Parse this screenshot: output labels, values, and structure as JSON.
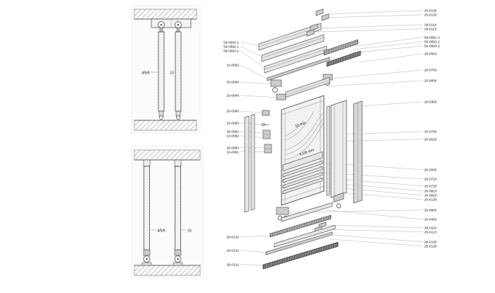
{
  "section_drawings": {
    "top": {
      "dim_left": "4/5/6",
      "dim_right": "10"
    },
    "bottom": {
      "dim_left": "4/5/6",
      "dim_right": "16"
    }
  },
  "exploded_view": {
    "annotations": {
      "upper": "10 mm",
      "lower": "4,5/6 mm"
    },
    "left_labels": [
      "59-0691-1",
      "59-0692-1",
      "59-0693-1",
      "16-0952",
      "20-0940",
      "20-0946",
      "28-0360",
      "16-0963",
      "28-0961",
      "19-0962",
      "28-0960",
      "16-0961",
      "28-0120",
      "28-0122",
      "28-0121"
    ],
    "right_labels": [
      "20-0130",
      "25-0130",
      "28-0110",
      "28-0113",
      "59-0691-2",
      "59-0692-2",
      "59-0693-2",
      "28-0691",
      "20-0700",
      "20-0600",
      "20-0300",
      "20-0790",
      "20-0025",
      "20-0930",
      "20-0710",
      "20-0720",
      "20-0910",
      "20-0915",
      "20-0130",
      "20-0800",
      "20-0400",
      "28-0110",
      "25-0113",
      "20-0130",
      "25-0130"
    ]
  },
  "colors": {
    "line": "#444444",
    "leader": "#b0b0b0",
    "part_fill": "#e6e6e6",
    "text": "#111111"
  }
}
